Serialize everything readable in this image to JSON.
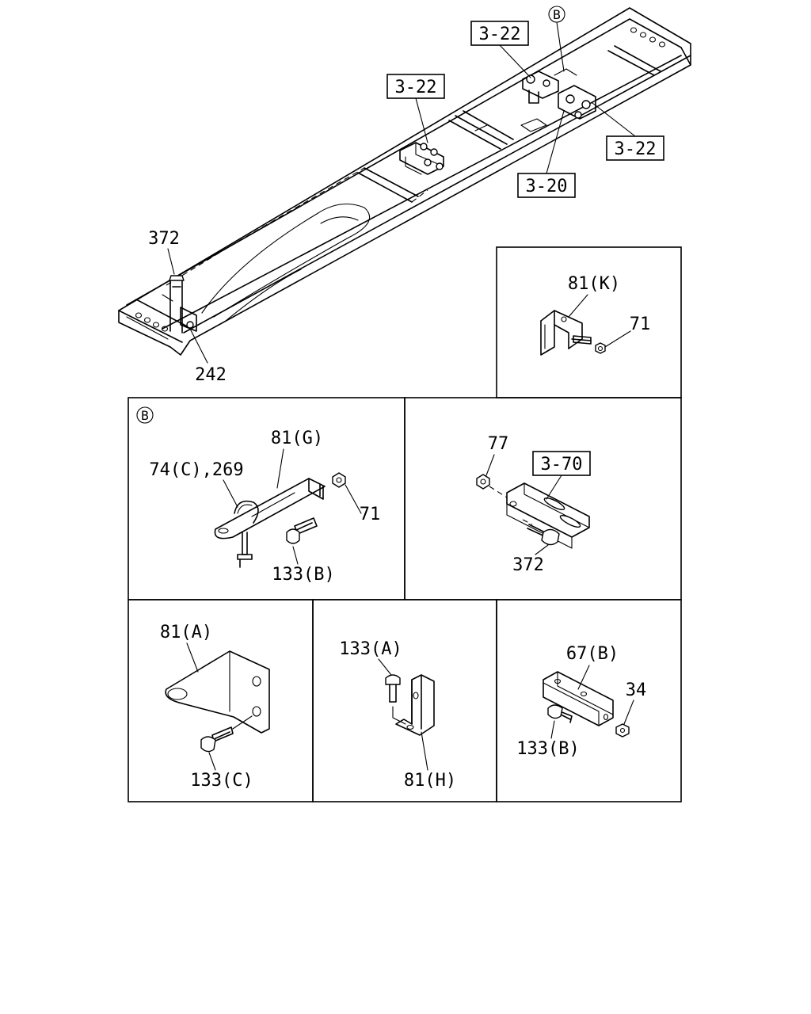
{
  "frame_callouts": {
    "ref_3_22_a": "3-22",
    "ref_3_22_b": "3-22",
    "ref_3_22_c": "3-22",
    "ref_3_20": "3-20",
    "part_372": "372",
    "part_242": "242",
    "detail_b_marker": "B"
  },
  "panel_k": {
    "part_81k": "81(K)",
    "part_71": "71"
  },
  "panel_b": {
    "marker": "B",
    "part_81g": "81(G)",
    "part_74c_269": "74(C),269",
    "part_71": "71",
    "part_133b": "133(B)"
  },
  "panel_370": {
    "part_77": "77",
    "ref_3_70": "3-70",
    "part_372": "372"
  },
  "panel_81a": {
    "part_81a": "81(A)",
    "part_133c": "133(C)"
  },
  "panel_81h": {
    "part_133a": "133(A)",
    "part_81h": "81(H)"
  },
  "panel_67b": {
    "part_67b": "67(B)",
    "part_34": "34",
    "part_133b": "133(B)"
  }
}
